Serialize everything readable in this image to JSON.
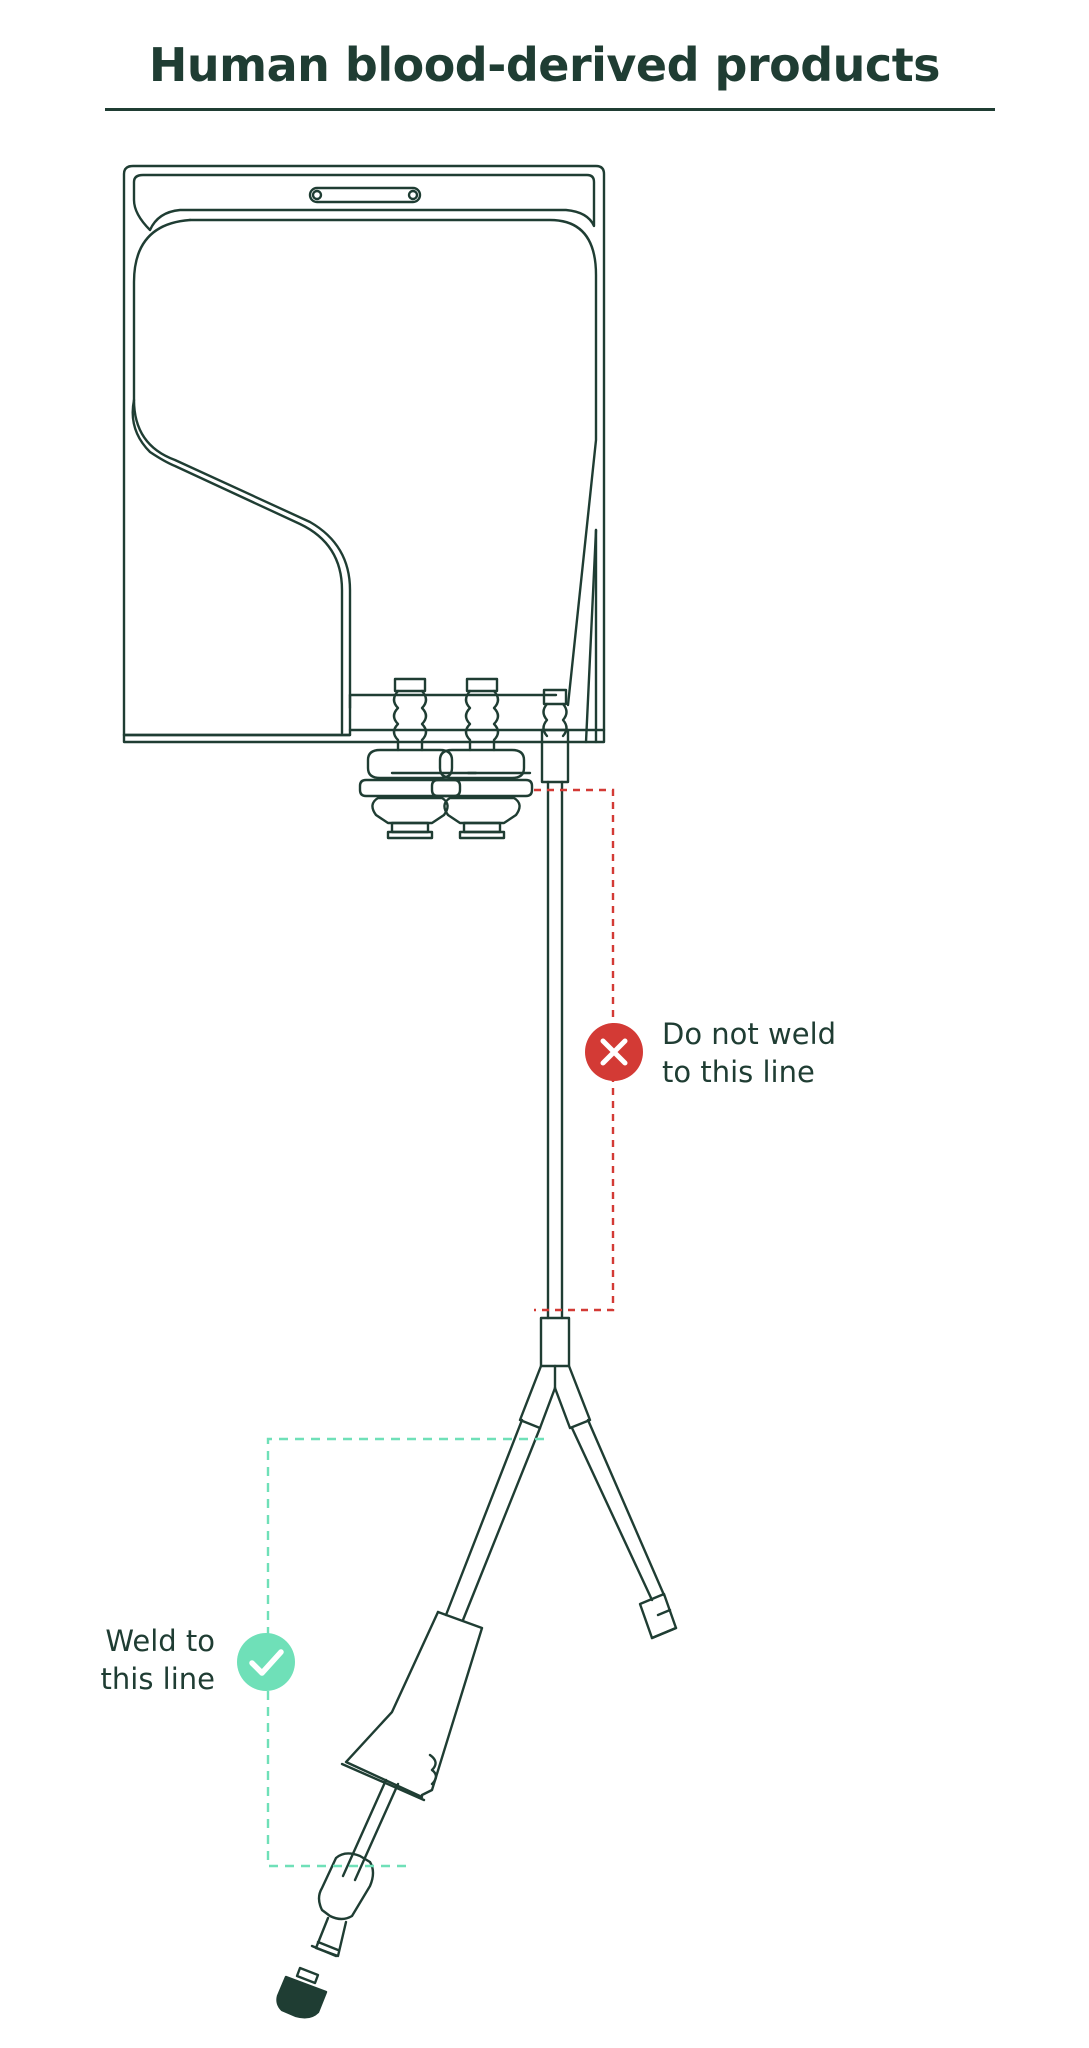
{
  "title": "Human blood-derived products",
  "annotations": {
    "bad": {
      "line1": "Do not weld",
      "line2": "to this line",
      "icon": "x-icon",
      "color": "#d33a35"
    },
    "good": {
      "line1": "Weld to",
      "line2": "this line",
      "icon": "check-icon",
      "color": "#6fe0b8"
    }
  },
  "colors": {
    "stroke": "#1f3d33",
    "accent_bad": "#d33a35",
    "accent_good": "#6fe0b8"
  }
}
